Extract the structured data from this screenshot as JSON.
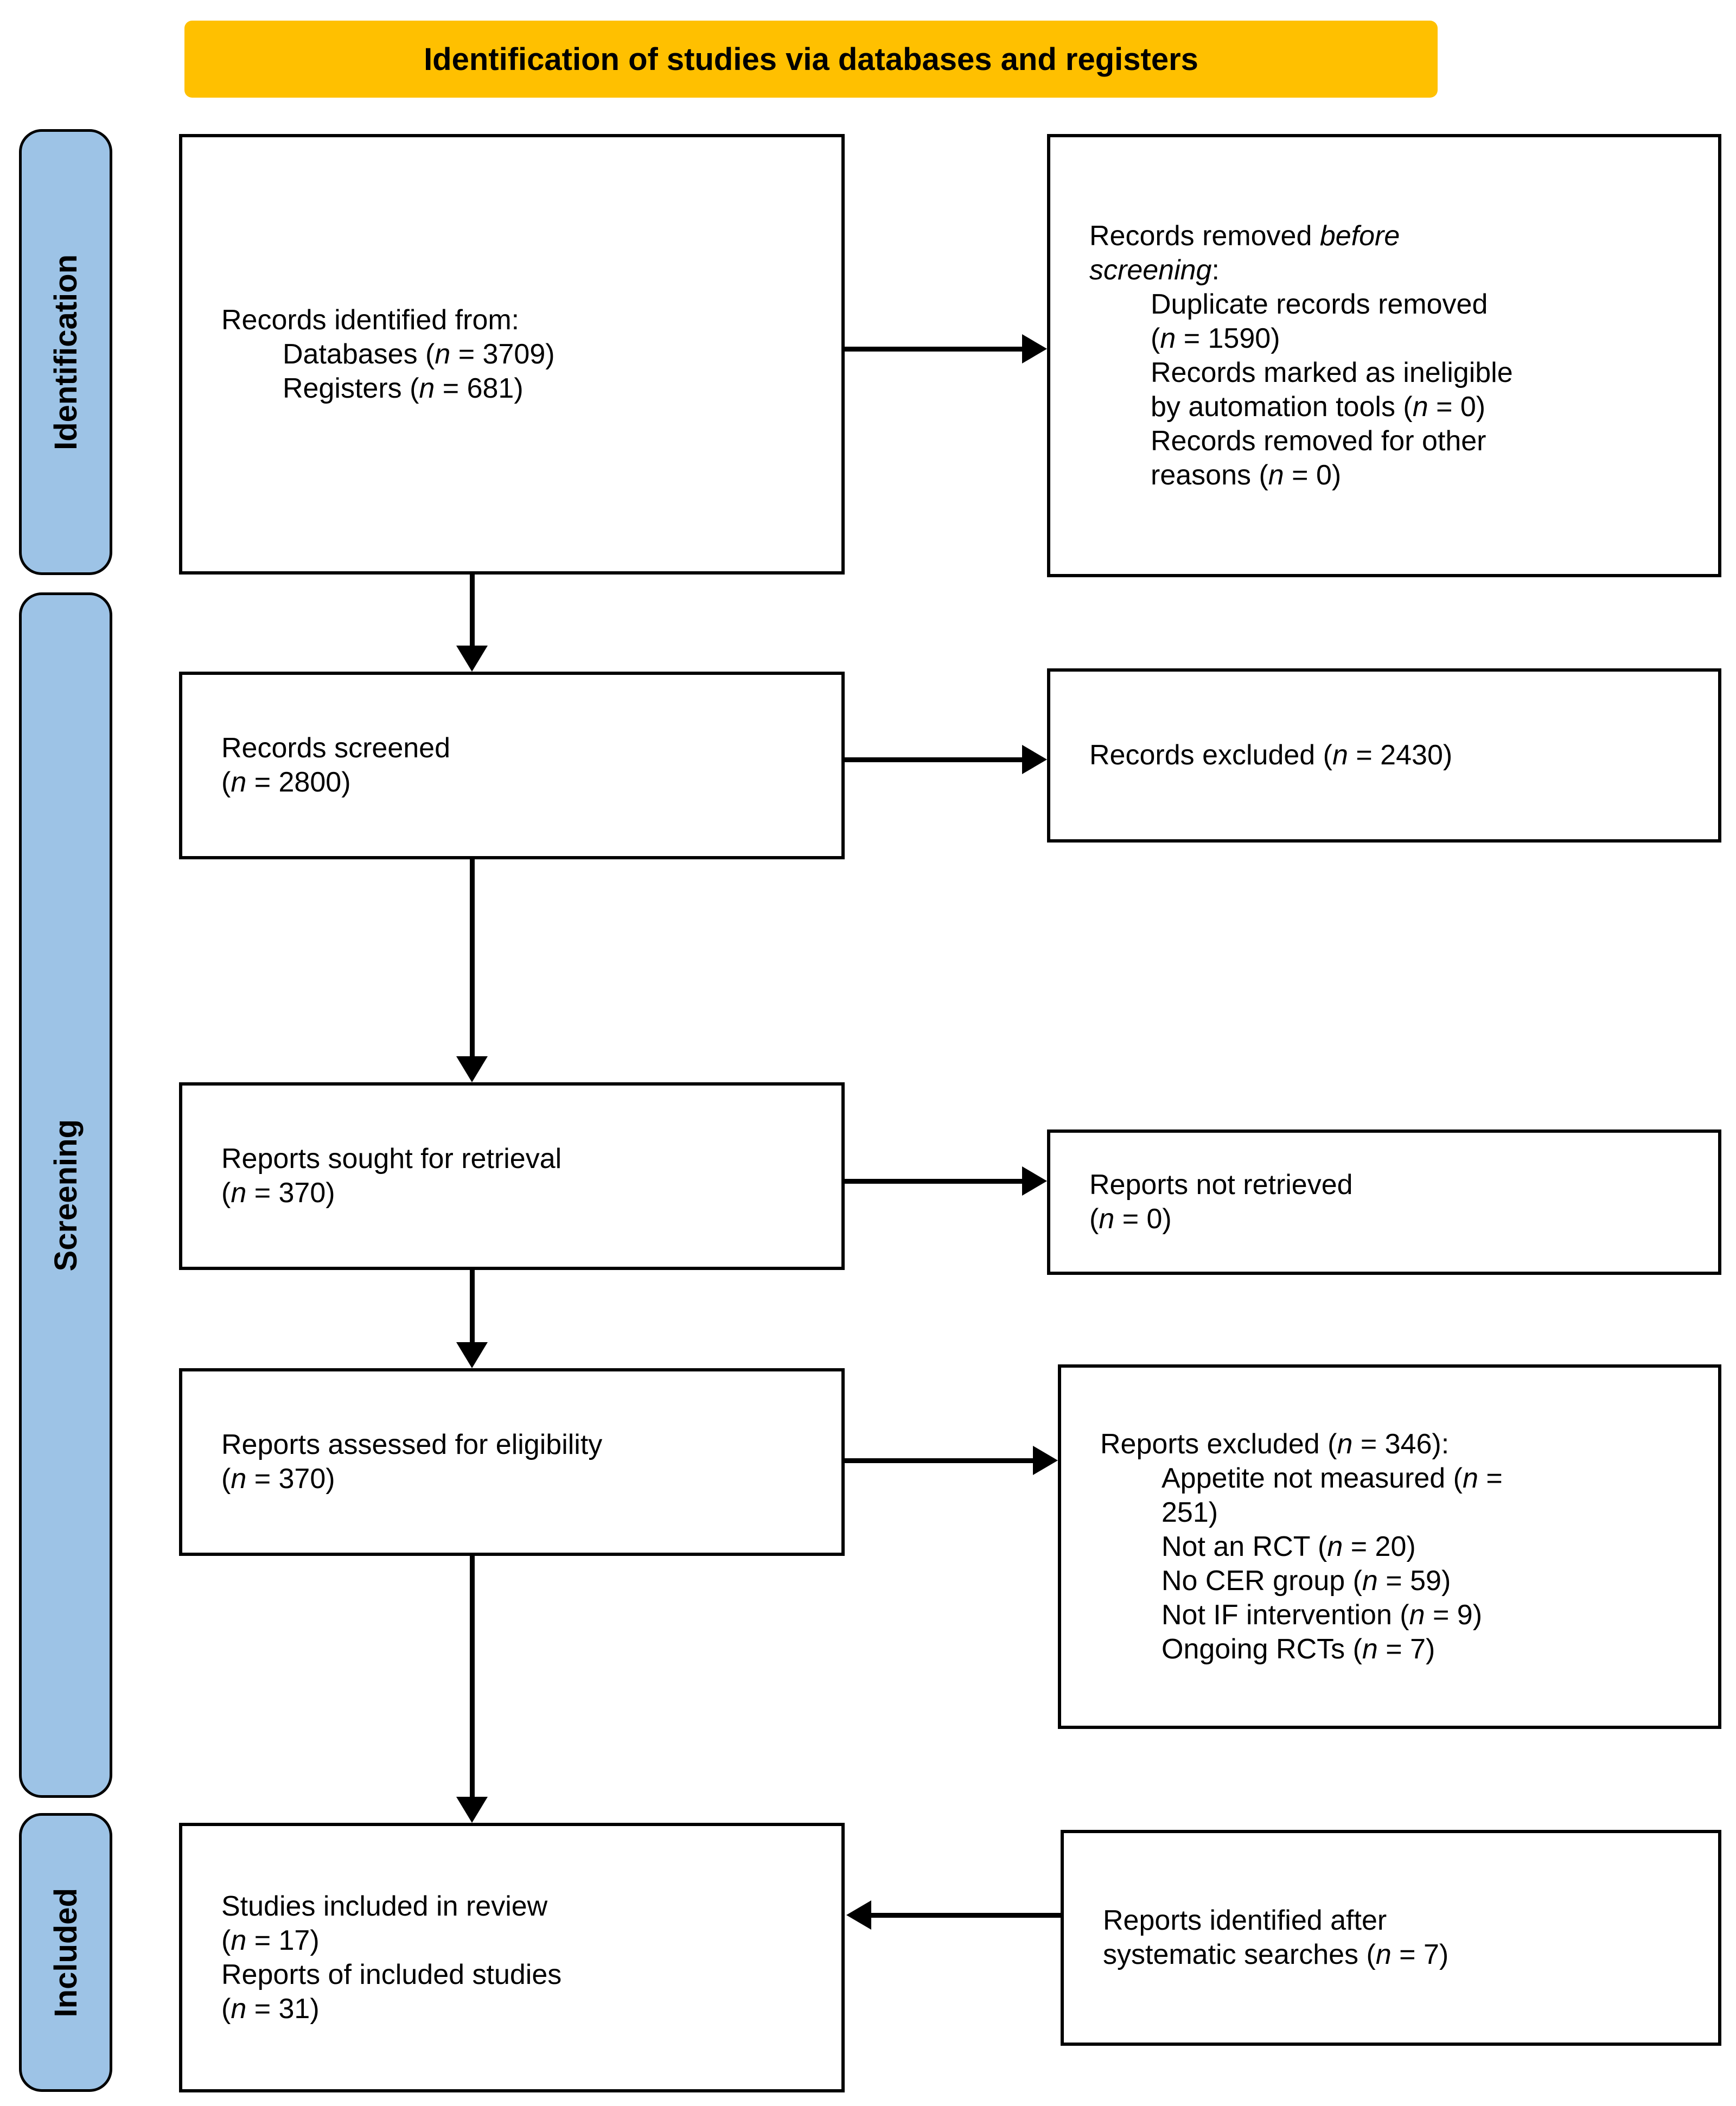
{
  "title_banner": {
    "text": "Identification of studies via databases and registers"
  },
  "colors": {
    "banner_bg": "#FFC000",
    "stage_bg": "#9DC3E6",
    "box_bg": "#FFFFFF",
    "box_border": "#000000",
    "arrow": "#000000"
  },
  "stage_labels": [
    {
      "label": "Identification"
    },
    {
      "label": "Screening"
    },
    {
      "label": "Included"
    }
  ],
  "boxes": [
    {
      "key": "records-identified",
      "lines": [
        {
          "indent": 0,
          "segments": [
            {
              "text": "Records identified from:"
            }
          ]
        },
        {
          "indent": 1,
          "segments": [
            {
              "text": "Databases ("
            },
            {
              "text": "n",
              "italic": true
            },
            {
              "text": " = 3709)"
            }
          ]
        },
        {
          "indent": 1,
          "segments": [
            {
              "text": "Registers ("
            },
            {
              "text": "n",
              "italic": true
            },
            {
              "text": " = 681)"
            }
          ]
        }
      ]
    },
    {
      "key": "records-removed-before-screening",
      "lines": [
        {
          "indent": 0,
          "segments": [
            {
              "text": "Records removed "
            },
            {
              "text": "before",
              "italic": true
            }
          ]
        },
        {
          "indent": 0,
          "segments": [
            {
              "text": "screening",
              "italic": true
            },
            {
              "text": ":"
            }
          ]
        },
        {
          "indent": 1,
          "segments": [
            {
              "text": "Duplicate records removed"
            }
          ]
        },
        {
          "indent": 1,
          "segments": [
            {
              "text": "("
            },
            {
              "text": "n",
              "italic": true
            },
            {
              "text": " = 1590)"
            }
          ]
        },
        {
          "indent": 1,
          "segments": [
            {
              "text": "Records marked as ineligible"
            }
          ]
        },
        {
          "indent": 1,
          "segments": [
            {
              "text": "by automation tools ("
            },
            {
              "text": "n",
              "italic": true
            },
            {
              "text": " = 0)"
            }
          ]
        },
        {
          "indent": 1,
          "segments": [
            {
              "text": "Records removed for other"
            }
          ]
        },
        {
          "indent": 1,
          "segments": [
            {
              "text": "reasons ("
            },
            {
              "text": "n",
              "italic": true
            },
            {
              "text": " = 0)"
            }
          ]
        }
      ]
    },
    {
      "key": "records-screened",
      "lines": [
        {
          "indent": 0,
          "segments": [
            {
              "text": "Records screened"
            }
          ]
        },
        {
          "indent": 0,
          "segments": [
            {
              "text": "("
            },
            {
              "text": "n",
              "italic": true
            },
            {
              "text": " = 2800)"
            }
          ]
        }
      ]
    },
    {
      "key": "records-excluded",
      "lines": [
        {
          "indent": 0,
          "segments": [
            {
              "text": "Records excluded ("
            },
            {
              "text": "n",
              "italic": true
            },
            {
              "text": " = 2430)"
            }
          ]
        }
      ]
    },
    {
      "key": "reports-sought",
      "lines": [
        {
          "indent": 0,
          "segments": [
            {
              "text": "Reports sought for retrieval"
            }
          ]
        },
        {
          "indent": 0,
          "segments": [
            {
              "text": "("
            },
            {
              "text": "n",
              "italic": true
            },
            {
              "text": " = 370)"
            }
          ]
        }
      ]
    },
    {
      "key": "reports-not-retrieved",
      "lines": [
        {
          "indent": 0,
          "segments": [
            {
              "text": "Reports not retrieved"
            }
          ]
        },
        {
          "indent": 0,
          "segments": [
            {
              "text": "("
            },
            {
              "text": "n",
              "italic": true
            },
            {
              "text": " = 0)"
            }
          ]
        }
      ]
    },
    {
      "key": "reports-assessed",
      "lines": [
        {
          "indent": 0,
          "segments": [
            {
              "text": "Reports assessed for eligibility"
            }
          ]
        },
        {
          "indent": 0,
          "segments": [
            {
              "text": "("
            },
            {
              "text": "n",
              "italic": true
            },
            {
              "text": " = 370)"
            }
          ]
        }
      ]
    },
    {
      "key": "reports-excluded",
      "lines": [
        {
          "indent": 0,
          "segments": [
            {
              "text": "Reports excluded ("
            },
            {
              "text": "n",
              "italic": true
            },
            {
              "text": " = 346):"
            }
          ]
        },
        {
          "indent": 1,
          "segments": [
            {
              "text": "Appetite not measured ("
            },
            {
              "text": "n",
              "italic": true
            },
            {
              "text": " ="
            }
          ]
        },
        {
          "indent": 1,
          "segments": [
            {
              "text": "251)"
            }
          ]
        },
        {
          "indent": 1,
          "segments": [
            {
              "text": "Not an RCT ("
            },
            {
              "text": "n",
              "italic": true
            },
            {
              "text": " = 20)"
            }
          ]
        },
        {
          "indent": 1,
          "segments": [
            {
              "text": "No CER group ("
            },
            {
              "text": "n",
              "italic": true
            },
            {
              "text": " = 59)"
            }
          ]
        },
        {
          "indent": 1,
          "segments": [
            {
              "text": "Not IF intervention ("
            },
            {
              "text": "n",
              "italic": true
            },
            {
              "text": " = 9)"
            }
          ]
        },
        {
          "indent": 1,
          "segments": [
            {
              "text": "Ongoing RCTs ("
            },
            {
              "text": "n",
              "italic": true
            },
            {
              "text": " = 7)"
            }
          ]
        }
      ]
    },
    {
      "key": "studies-included",
      "lines": [
        {
          "indent": 0,
          "segments": [
            {
              "text": "Studies included in review"
            }
          ]
        },
        {
          "indent": 0,
          "segments": [
            {
              "text": "("
            },
            {
              "text": "n",
              "italic": true
            },
            {
              "text": " = 17)"
            }
          ]
        },
        {
          "indent": 0,
          "segments": [
            {
              "text": "Reports of included studies"
            }
          ]
        },
        {
          "indent": 0,
          "segments": [
            {
              "text": "("
            },
            {
              "text": "n",
              "italic": true
            },
            {
              "text": " = 31)"
            }
          ]
        }
      ]
    },
    {
      "key": "reports-identified-after",
      "lines": [
        {
          "indent": 0,
          "segments": [
            {
              "text": "Reports identified after"
            }
          ]
        },
        {
          "indent": 0,
          "segments": [
            {
              "text": "systematic searches ("
            },
            {
              "text": "n",
              "italic": true
            },
            {
              "text": " = 7)"
            }
          ]
        }
      ]
    }
  ]
}
